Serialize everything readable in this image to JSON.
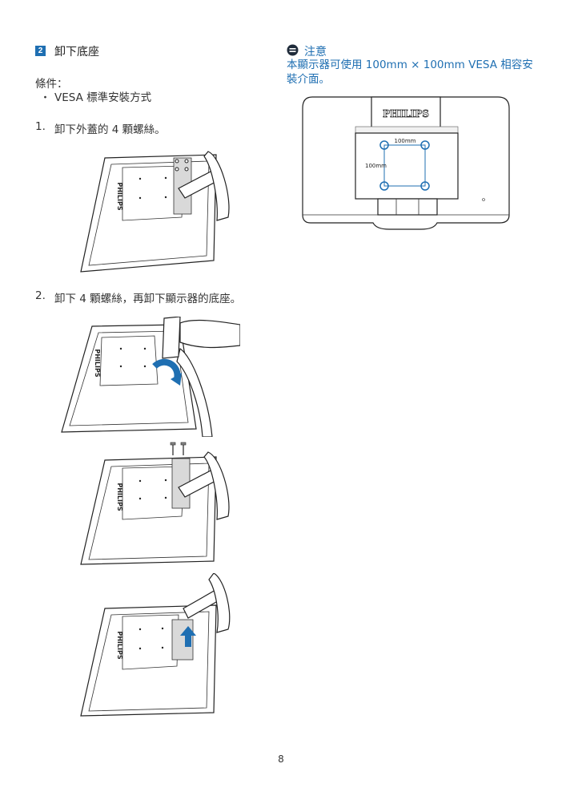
{
  "section": {
    "number": "2",
    "title": "卸下底座"
  },
  "conditions": {
    "label": "條件：",
    "bullet": "・",
    "item": "VESA 標準安裝方式"
  },
  "steps": [
    {
      "number": "1.",
      "text": "卸下外蓋的 4 顆螺絲。"
    },
    {
      "number": "2.",
      "text": "卸下 4 顆螺絲，再卸下顯示器的底座。"
    }
  ],
  "note": {
    "heading": "注意",
    "body": "本顯示器可使用 100mm × 100mm VESA 相容安裝介面。"
  },
  "diagram_labels": {
    "brand": "PHILIPS",
    "vesa_width": "100mm",
    "vesa_height": "100mm"
  },
  "colors": {
    "accent": "#1f6fb2",
    "arrow": "#1f6fb2"
  },
  "page_number": "8"
}
